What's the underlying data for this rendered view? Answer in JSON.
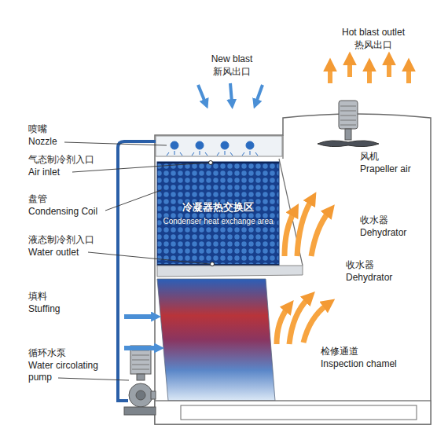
{
  "diagram": {
    "nodes": [
      {
        "text": [
          "冷凝器热交换区",
          "Condenser heat exchange area"
        ]
      }
    ],
    "labels": [
      "Hot blast outlet",
      "热风出口",
      "New blast",
      "新风出口",
      "喷嘴",
      "Nozzle",
      "气态制冷剂入口",
      "Air inlet",
      "风机",
      "Prapeller air",
      "盘管",
      "Condensing Coil",
      "收水器",
      "Dehydrator",
      "液态制冷剂入口",
      "Water outlet",
      "收水器",
      "Dehydrator",
      "填料",
      "Stuffing",
      "检修通道",
      "Inspection chamel",
      "循环水泵",
      "Water circolating pump"
    ]
  }
}
